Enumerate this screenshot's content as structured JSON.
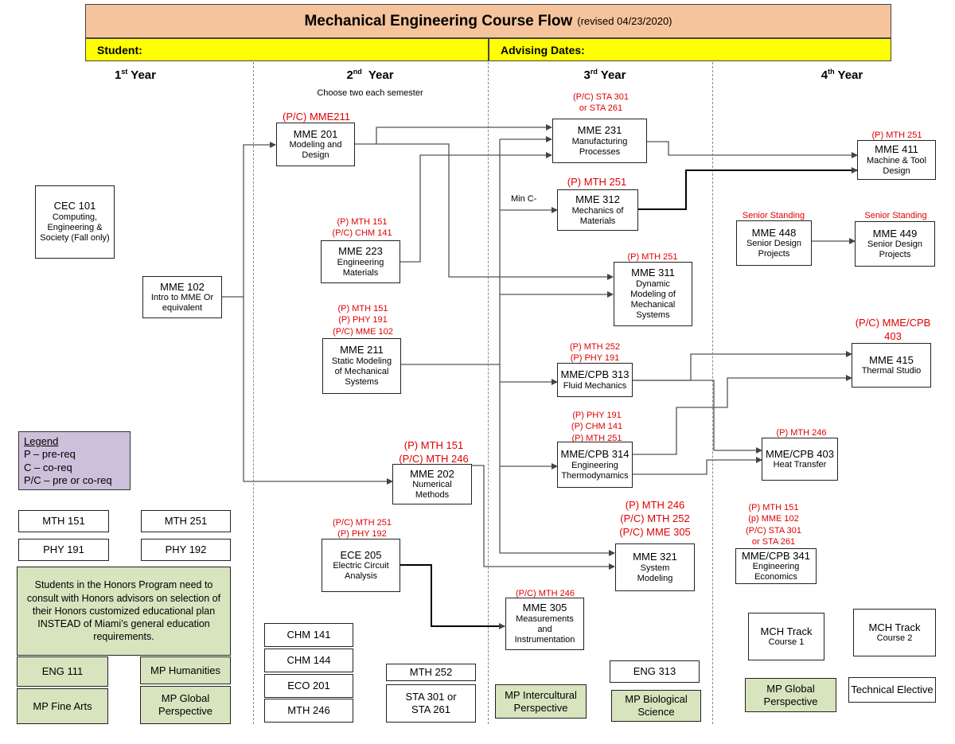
{
  "header": {
    "title": "Mechanical Engineering Course Flow",
    "revised": "(revised 04/23/2020)"
  },
  "bars": {
    "student": "Student:",
    "advising": "Advising Dates:"
  },
  "years": {
    "y1": {
      "num": "1",
      "sup": "st",
      "word": "Year"
    },
    "y2": {
      "num": "2",
      "sup": "nd",
      "word": "Year"
    },
    "y3": {
      "num": "3",
      "sup": "rd",
      "word": "Year"
    },
    "y4": {
      "num": "4",
      "sup": "th",
      "word": "Year"
    }
  },
  "labels": {
    "choose_two": "Choose two each semester",
    "min_c": "Min C-"
  },
  "courses": {
    "cec101": {
      "code": "CEC 101",
      "name": "Computing, Engineering & Society (Fall only)"
    },
    "mme102": {
      "code": "MME 102",
      "name": "Intro to MME Or equivalent"
    },
    "mme201": {
      "code": "MME 201",
      "name": "Modeling and Design",
      "req": "(P/C) MME211"
    },
    "mme223": {
      "code": "MME 223",
      "name": "Engineering Materials",
      "req": [
        "(P) MTH 151",
        "(P/C) CHM 141"
      ]
    },
    "mme211": {
      "code": "MME 211",
      "name": "Static Modeling of Mechanical Systems",
      "req": [
        "(P) MTH 151",
        "(P) PHY 191",
        "(P/C) MME 102"
      ]
    },
    "mme202": {
      "code": "MME 202",
      "name": "Numerical Methods",
      "req": [
        "(P) MTH 151",
        "(P/C) MTH 246"
      ]
    },
    "ece205": {
      "code": "ECE 205",
      "name": "Electric Circuit Analysis",
      "req": [
        "(P/C) MTH 251",
        "(P) PHY 192"
      ]
    },
    "mme231": {
      "code": "MME 231",
      "name": "Manufacturing Processes",
      "req": [
        "(P/C) STA 301",
        "or STA 261"
      ]
    },
    "mme312": {
      "code": "MME 312",
      "name": "Mechanics of Materials",
      "req": "(P) MTH 251"
    },
    "mme311": {
      "code": "MME 311",
      "name": "Dynamic Modeling of Mechanical Systems",
      "req": "(P) MTH 251"
    },
    "mme313": {
      "code": "MME/CPB 313",
      "name": "Fluid Mechanics",
      "req": [
        "(P) MTH 252",
        "(P) PHY 191"
      ]
    },
    "mme314": {
      "code": "MME/CPB 314",
      "name": "Engineering Thermodynamics",
      "req": [
        "(P) PHY 191",
        "(P) CHM 141",
        "(P) MTH 251"
      ]
    },
    "mme321": {
      "code": "MME 321",
      "name": "System Modeling",
      "req": [
        "(P) MTH 246",
        "(P/C) MTH 252",
        "(P/C) MME 305"
      ]
    },
    "mme305": {
      "code": "MME 305",
      "name": "Measurements and Instrumentation",
      "req": "(P/C) MTH 246"
    },
    "mme411": {
      "code": "MME 411",
      "name": "Machine & Tool Design",
      "req": "(P) MTH 251"
    },
    "mme448": {
      "code": "MME 448",
      "name": "Senior Design Projects",
      "req": "Senior Standing"
    },
    "mme449": {
      "code": "MME 449",
      "name": "Senior Design Projects",
      "req": "Senior Standing"
    },
    "mme415": {
      "code": "MME 415",
      "name": "Thermal Studio",
      "req": [
        "(P/C) MME/CPB",
        "403"
      ]
    },
    "mme403": {
      "code": "MME/CPB 403",
      "name": "Heat Transfer",
      "req": "(P) MTH 246"
    },
    "mme341": {
      "code": "MME/CPB 341",
      "name": "Engineering Economics",
      "req": [
        "(P) MTH 151",
        "(p) MME 102",
        "(P/C) STA 301",
        "or STA 261"
      ]
    },
    "mch1": {
      "code": "MCH Track",
      "name": "Course 1"
    },
    "mch2": {
      "code": "MCH Track",
      "name": "Course 2"
    }
  },
  "simple": {
    "mth151": "MTH 151",
    "mth251": "MTH 251",
    "phy191": "PHY 191",
    "phy192": "PHY 192",
    "chm141": "CHM 141",
    "chm144": "CHM 144",
    "eco201": "ECO 201",
    "mth246": "MTH 246",
    "mth252": "MTH 252",
    "sta301": "STA 301 or STA 261",
    "eng313": "ENG 313",
    "tech": "Technical Elective"
  },
  "green": {
    "eng111": "ENG 111",
    "humanities": "MP Humanities",
    "finearts": "MP Fine Arts",
    "global1": "MP Global Perspective",
    "intercultural": "MP Intercultural Perspective",
    "bio": "MP Biological Science",
    "global2": "MP Global Perspective"
  },
  "legend": {
    "title": "Legend",
    "items": [
      "P – pre-req",
      "C – co-req",
      "P/C – pre or co-req"
    ]
  },
  "honors": "Students in the Honors Program need to consult with Honors advisors on selection of their Honors customized educational plan INSTEAD of Miami’s general education requirements.",
  "colors": {
    "title_bg": "#f6c49c",
    "bar_bg": "#ffff00",
    "req_red": "#e00000",
    "green_bg": "#d7e4bd",
    "legend_bg": "#ccc0da"
  }
}
